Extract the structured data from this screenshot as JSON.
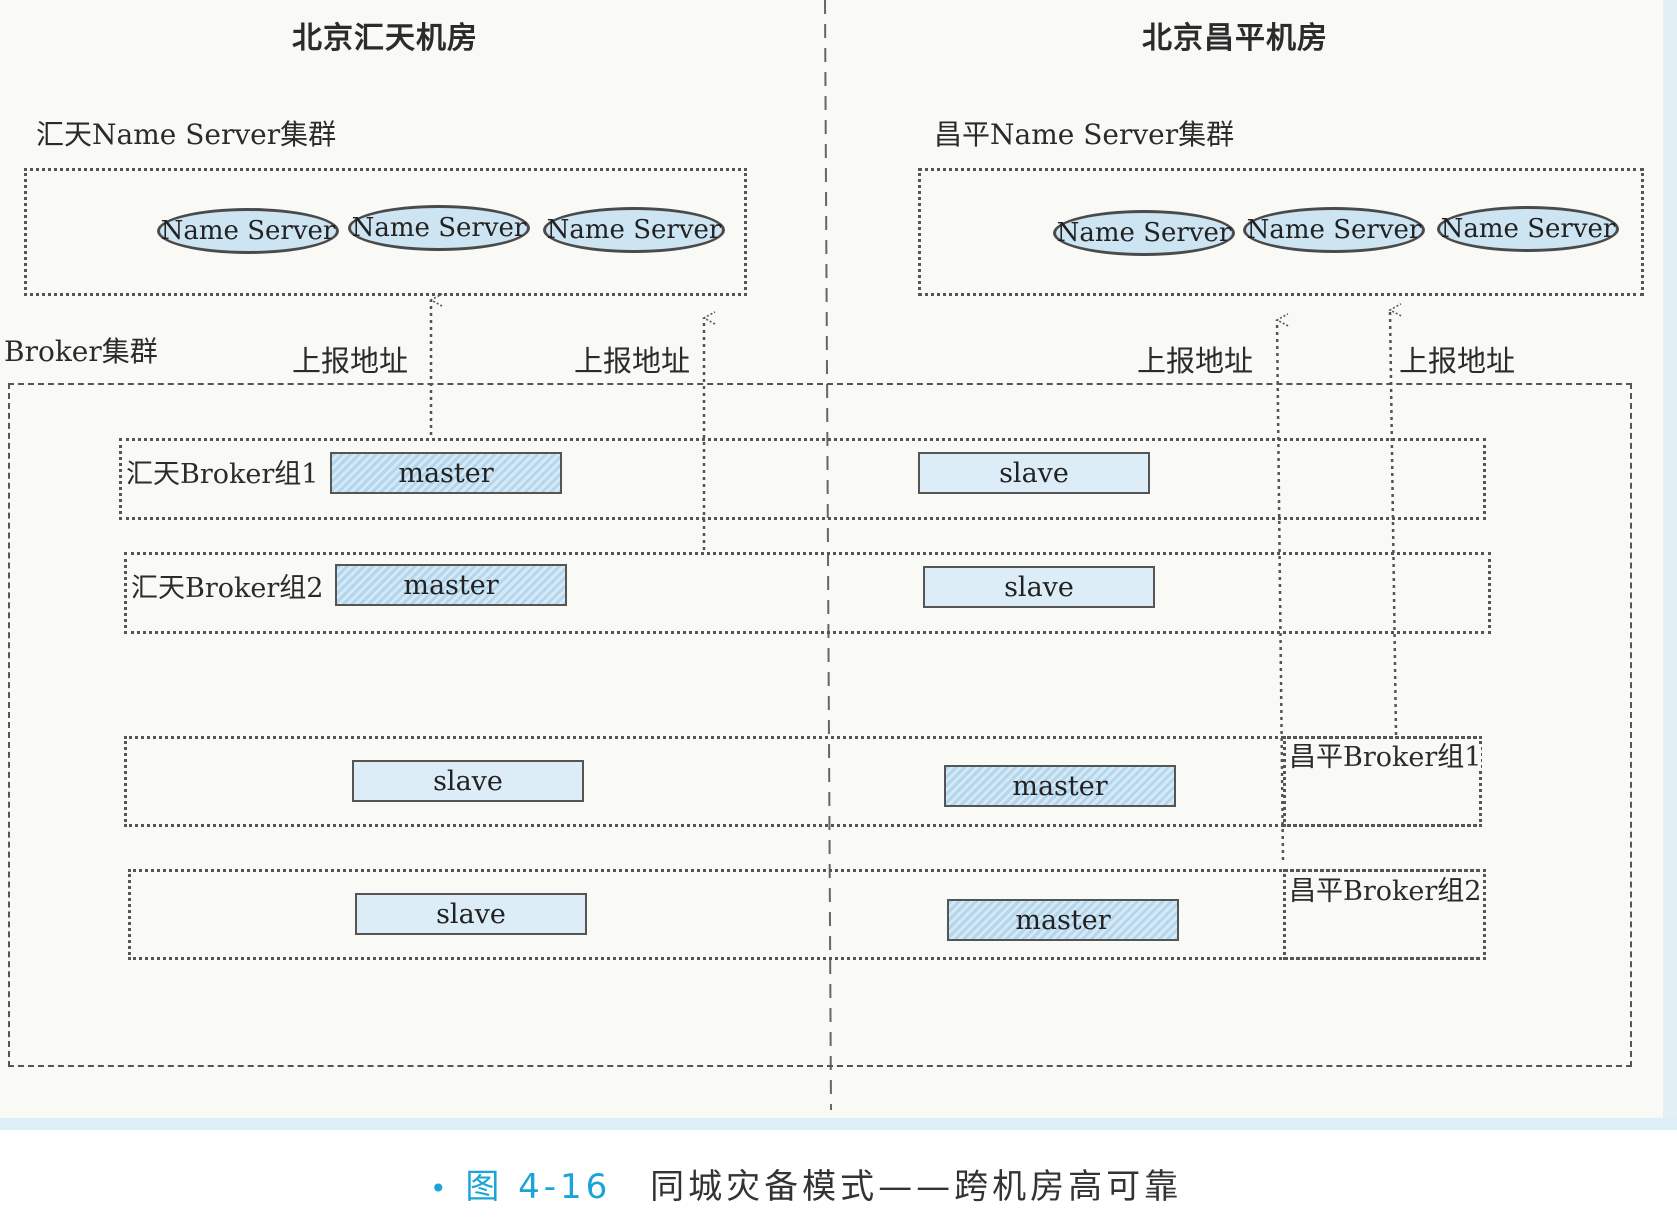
{
  "rooms": {
    "left": {
      "title": "北京汇天机房",
      "nameserver_cluster": "汇天Name Server集群"
    },
    "right": {
      "title": "北京昌平机房",
      "nameserver_cluster": "昌平Name Server集群"
    }
  },
  "name_server_label": "Name Server",
  "broker_cluster_label": "Broker集群",
  "report_label": "上报地址",
  "broker_groups": [
    {
      "label": "汇天Broker组1",
      "left_node": "master",
      "right_node": "slave"
    },
    {
      "label": "汇天Broker组2",
      "left_node": "master",
      "right_node": "slave"
    },
    {
      "label": "昌平Broker组1",
      "left_node": "slave",
      "right_node": "master"
    },
    {
      "label": "昌平Broker组2",
      "left_node": "slave",
      "right_node": "master"
    }
  ],
  "caption": {
    "bullet": "•",
    "figure_number": "图 4-16",
    "text": "同城灾备模式——跨机房高可靠"
  },
  "colors": {
    "name_server_fill": "#cde4f2",
    "master_fill": "#b4d6ec",
    "slave_fill": "#dcedf8",
    "caption_accent": "#1aa4d8"
  }
}
